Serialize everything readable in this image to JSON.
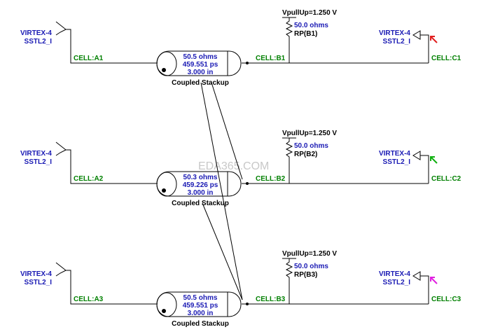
{
  "watermark": "EDA365.COM",
  "colors": {
    "label": "#1a1ab4",
    "cell": "#008000",
    "wire": "#000000",
    "probe_red": "#e02020",
    "probe_green": "#10b010",
    "probe_magenta": "#e020e0"
  },
  "channels": [
    {
      "driver_model": "VIRTEX-4",
      "driver_std": "SSTL2_I",
      "cell_a": "CELL:A1",
      "cell_b": "CELL:B1",
      "cell_c": "CELL:C1",
      "tl_z": "50.5 ohms",
      "tl_delay": "459.551 ps",
      "tl_len": "3.000 in",
      "tl_name": "Coupled Stackup",
      "vpullup": "VpullUp=1.250 V",
      "res_value": "50.0 ohms",
      "res_name": "RP(B1)",
      "recv_model": "VIRTEX-4",
      "recv_std": "SSTL2_I",
      "probe_color": "probe_red"
    },
    {
      "driver_model": "VIRTEX-4",
      "driver_std": "SSTL2_I",
      "cell_a": "CELL:A2",
      "cell_b": "CELL:B2",
      "cell_c": "CELL:C2",
      "tl_z": "50.3 ohms",
      "tl_delay": "459.226 ps",
      "tl_len": "3.000 in",
      "tl_name": "Coupled Stackup",
      "vpullup": "VpullUp=1.250 V",
      "res_value": "50.0 ohms",
      "res_name": "RP(B2)",
      "recv_model": "VIRTEX-4",
      "recv_std": "SSTL2_I",
      "probe_color": "probe_green"
    },
    {
      "driver_model": "VIRTEX-4",
      "driver_std": "SSTL2_I",
      "cell_a": "CELL:A3",
      "cell_b": "CELL:B3",
      "cell_c": "CELL:C3",
      "tl_z": "50.5 ohms",
      "tl_delay": "459.551 ps",
      "tl_len": "3.000 in",
      "tl_name": "Coupled Stackup",
      "vpullup": "VpullUp=1.250 V",
      "res_value": "50.0 ohms",
      "res_name": "RP(B3)",
      "recv_model": "VIRTEX-4",
      "recv_std": "SSTL2_I",
      "probe_color": "probe_magenta"
    }
  ]
}
